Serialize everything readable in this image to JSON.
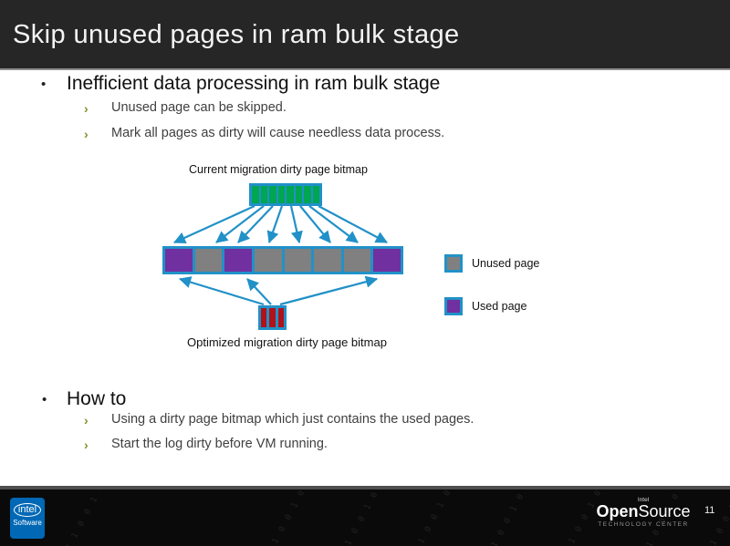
{
  "slide": {
    "title": "Skip unused pages in ram bulk stage"
  },
  "glyphs": {
    "bullet": "•",
    "chevron": "›"
  },
  "bullets": {
    "section1": {
      "heading": "Inefficient data processing in ram bulk stage",
      "items": [
        "Unused page can be skipped.",
        "Mark all pages as dirty will cause needless data process."
      ]
    },
    "section2": {
      "heading": "How to",
      "items": [
        "Using a dirty page bitmap which just contains the used pages.",
        "Start the log dirty before VM running."
      ]
    }
  },
  "diagram": {
    "top_label": "Current migration dirty page bitmap",
    "bottom_label": "Optimized migration dirty page bitmap",
    "top_bitmap_cells": 8,
    "bottom_bitmap_cells": 3,
    "page_row": [
      "used",
      "unused",
      "used",
      "unused",
      "unused",
      "unused",
      "unused",
      "used"
    ],
    "legend": [
      {
        "swatch": "unused",
        "label": "Unused page"
      },
      {
        "swatch": "used",
        "label": "Used page"
      }
    ],
    "colors": {
      "used": "#7030a0",
      "unused": "#808080",
      "bitmap_green": "#00a651",
      "bitmap_red": "#b01218",
      "frame": "#2191c8"
    }
  },
  "footer": {
    "intel_badge": {
      "logo": "intel",
      "label": "Software"
    },
    "otc_logo": {
      "small": "Intel",
      "bold": "Open",
      "light": "Source",
      "sub": "TECHNOLOGY CENTER"
    },
    "page_number": "11",
    "binary_pattern": "0 1 0 0 1 0 1 1 0 1 0 0 1 0 1 0 1 1 0 1 0 0 1"
  }
}
